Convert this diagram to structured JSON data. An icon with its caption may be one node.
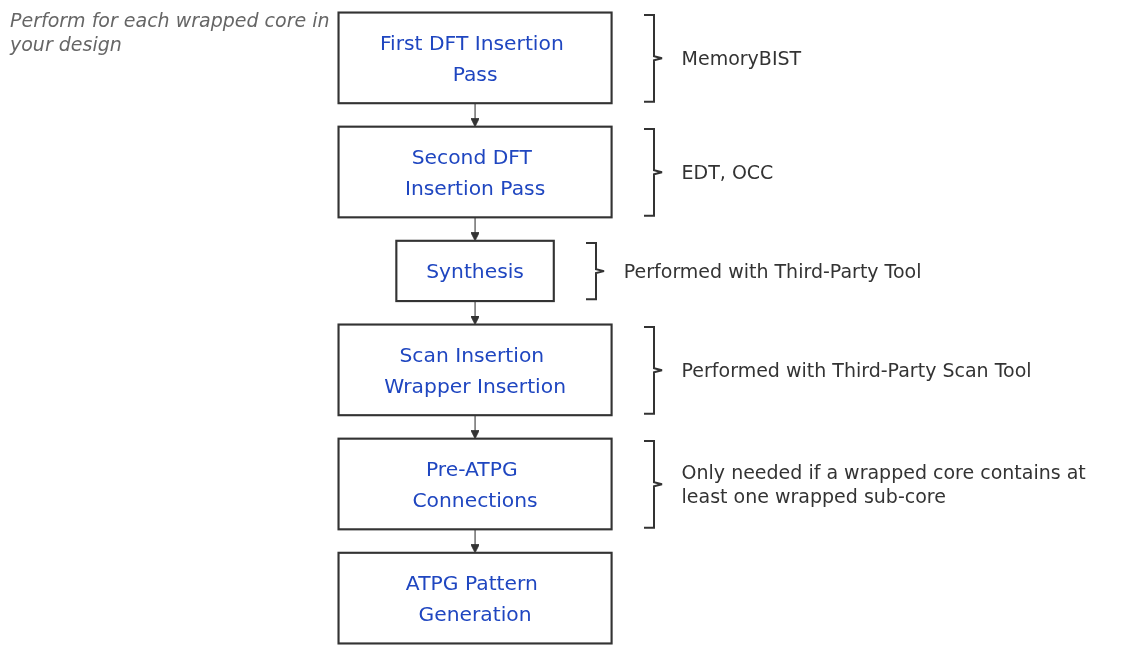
{
  "diagram": {
    "nodes": [
      {
        "text": [
          "First DFT Insertion Pass"
        ],
        "beside": [
          "MemoryBIST"
        ]
      },
      {
        "text": [
          "Second DFT Insertion Pass"
        ],
        "beside": [
          "EDT, OCC"
        ]
      },
      {
        "text": [
          "Synthesis"
        ],
        "beside": [
          "Performed with Third-Party Tool"
        ]
      },
      {
        "text": [
          "Scan Insertion Wrapper Insertion"
        ],
        "beside": [
          "Performed with Third-Party Scan Tool"
        ]
      },
      {
        "text": [
          "Pre-ATPG Connections"
        ],
        "beside": [
          "Only needed if a wrapped core contains at least one wrapped sub-core"
        ]
      },
      {
        "text": [
          "ATPG Pattern Generation"
        ]
      }
    ],
    "edges": [
      {
        "from": 0,
        "to": 1,
        "arrow": "to"
      },
      {
        "from": 1,
        "to": 2,
        "arrow": "to"
      },
      {
        "from": 2,
        "to": 3,
        "arrow": "to"
      },
      {
        "from": 3,
        "to": 4,
        "arrow": "to"
      },
      {
        "from": 4,
        "to": 5,
        "arrow": "to"
      }
    ],
    "labels": [
      "Perform for each wrapped core in your design"
    ]
  }
}
